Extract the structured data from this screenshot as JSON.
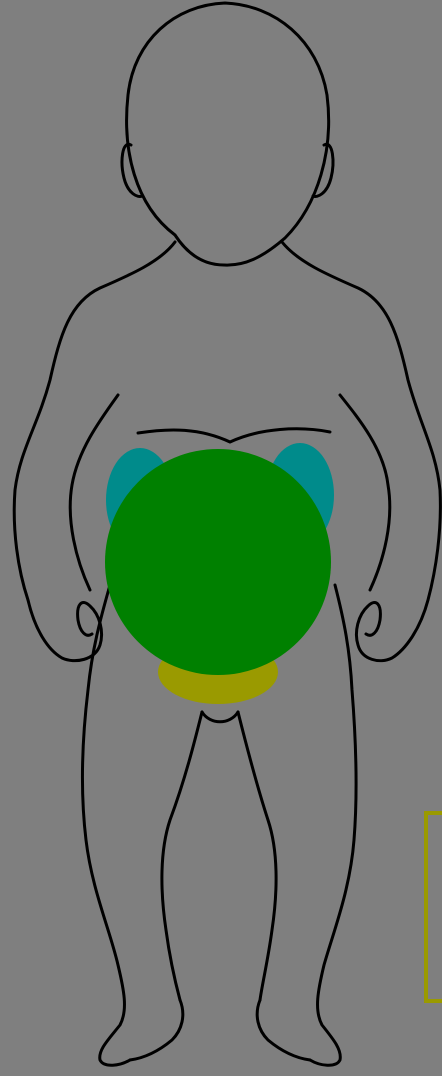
{
  "canvas": {
    "background": "#7f7f7f"
  },
  "figure": {
    "outline_color": "#000000",
    "view": "front"
  },
  "regions": [
    {
      "name": "kidney-left-region",
      "color": "#008b8b"
    },
    {
      "name": "kidney-right-region",
      "color": "#008b8b"
    },
    {
      "name": "bladder-region",
      "color": "#9a9a00"
    },
    {
      "name": "abdomen-region",
      "color": "#008000"
    }
  ],
  "marker": {
    "color": "#9a9a00"
  }
}
